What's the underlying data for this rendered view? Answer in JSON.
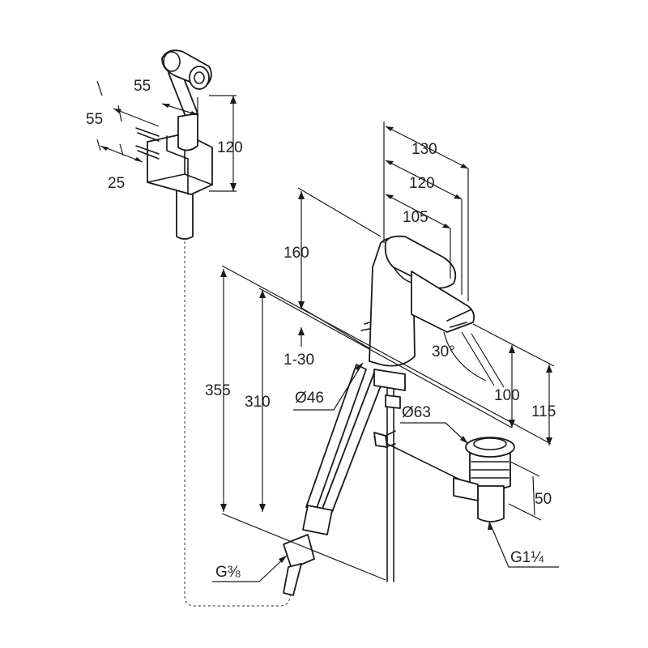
{
  "dimensions": {
    "shower_head_depth": "55",
    "bracket_depth": "55",
    "bracket_width": "25",
    "shower_height": "120",
    "reach_total": "130",
    "reach_mid": "120",
    "reach_short": "105",
    "spout_height": "160",
    "deck_thickness": "1-30",
    "base_diameter": "Ø46",
    "swivel_angle": "30°",
    "total_height": "355",
    "body_height": "310",
    "outlet_height_low": "100",
    "outlet_height_high": "115",
    "waste_diameter": "Ø63",
    "waste_depth": "50",
    "waste_thread": "G1¼",
    "hose_thread": "G⅜"
  }
}
